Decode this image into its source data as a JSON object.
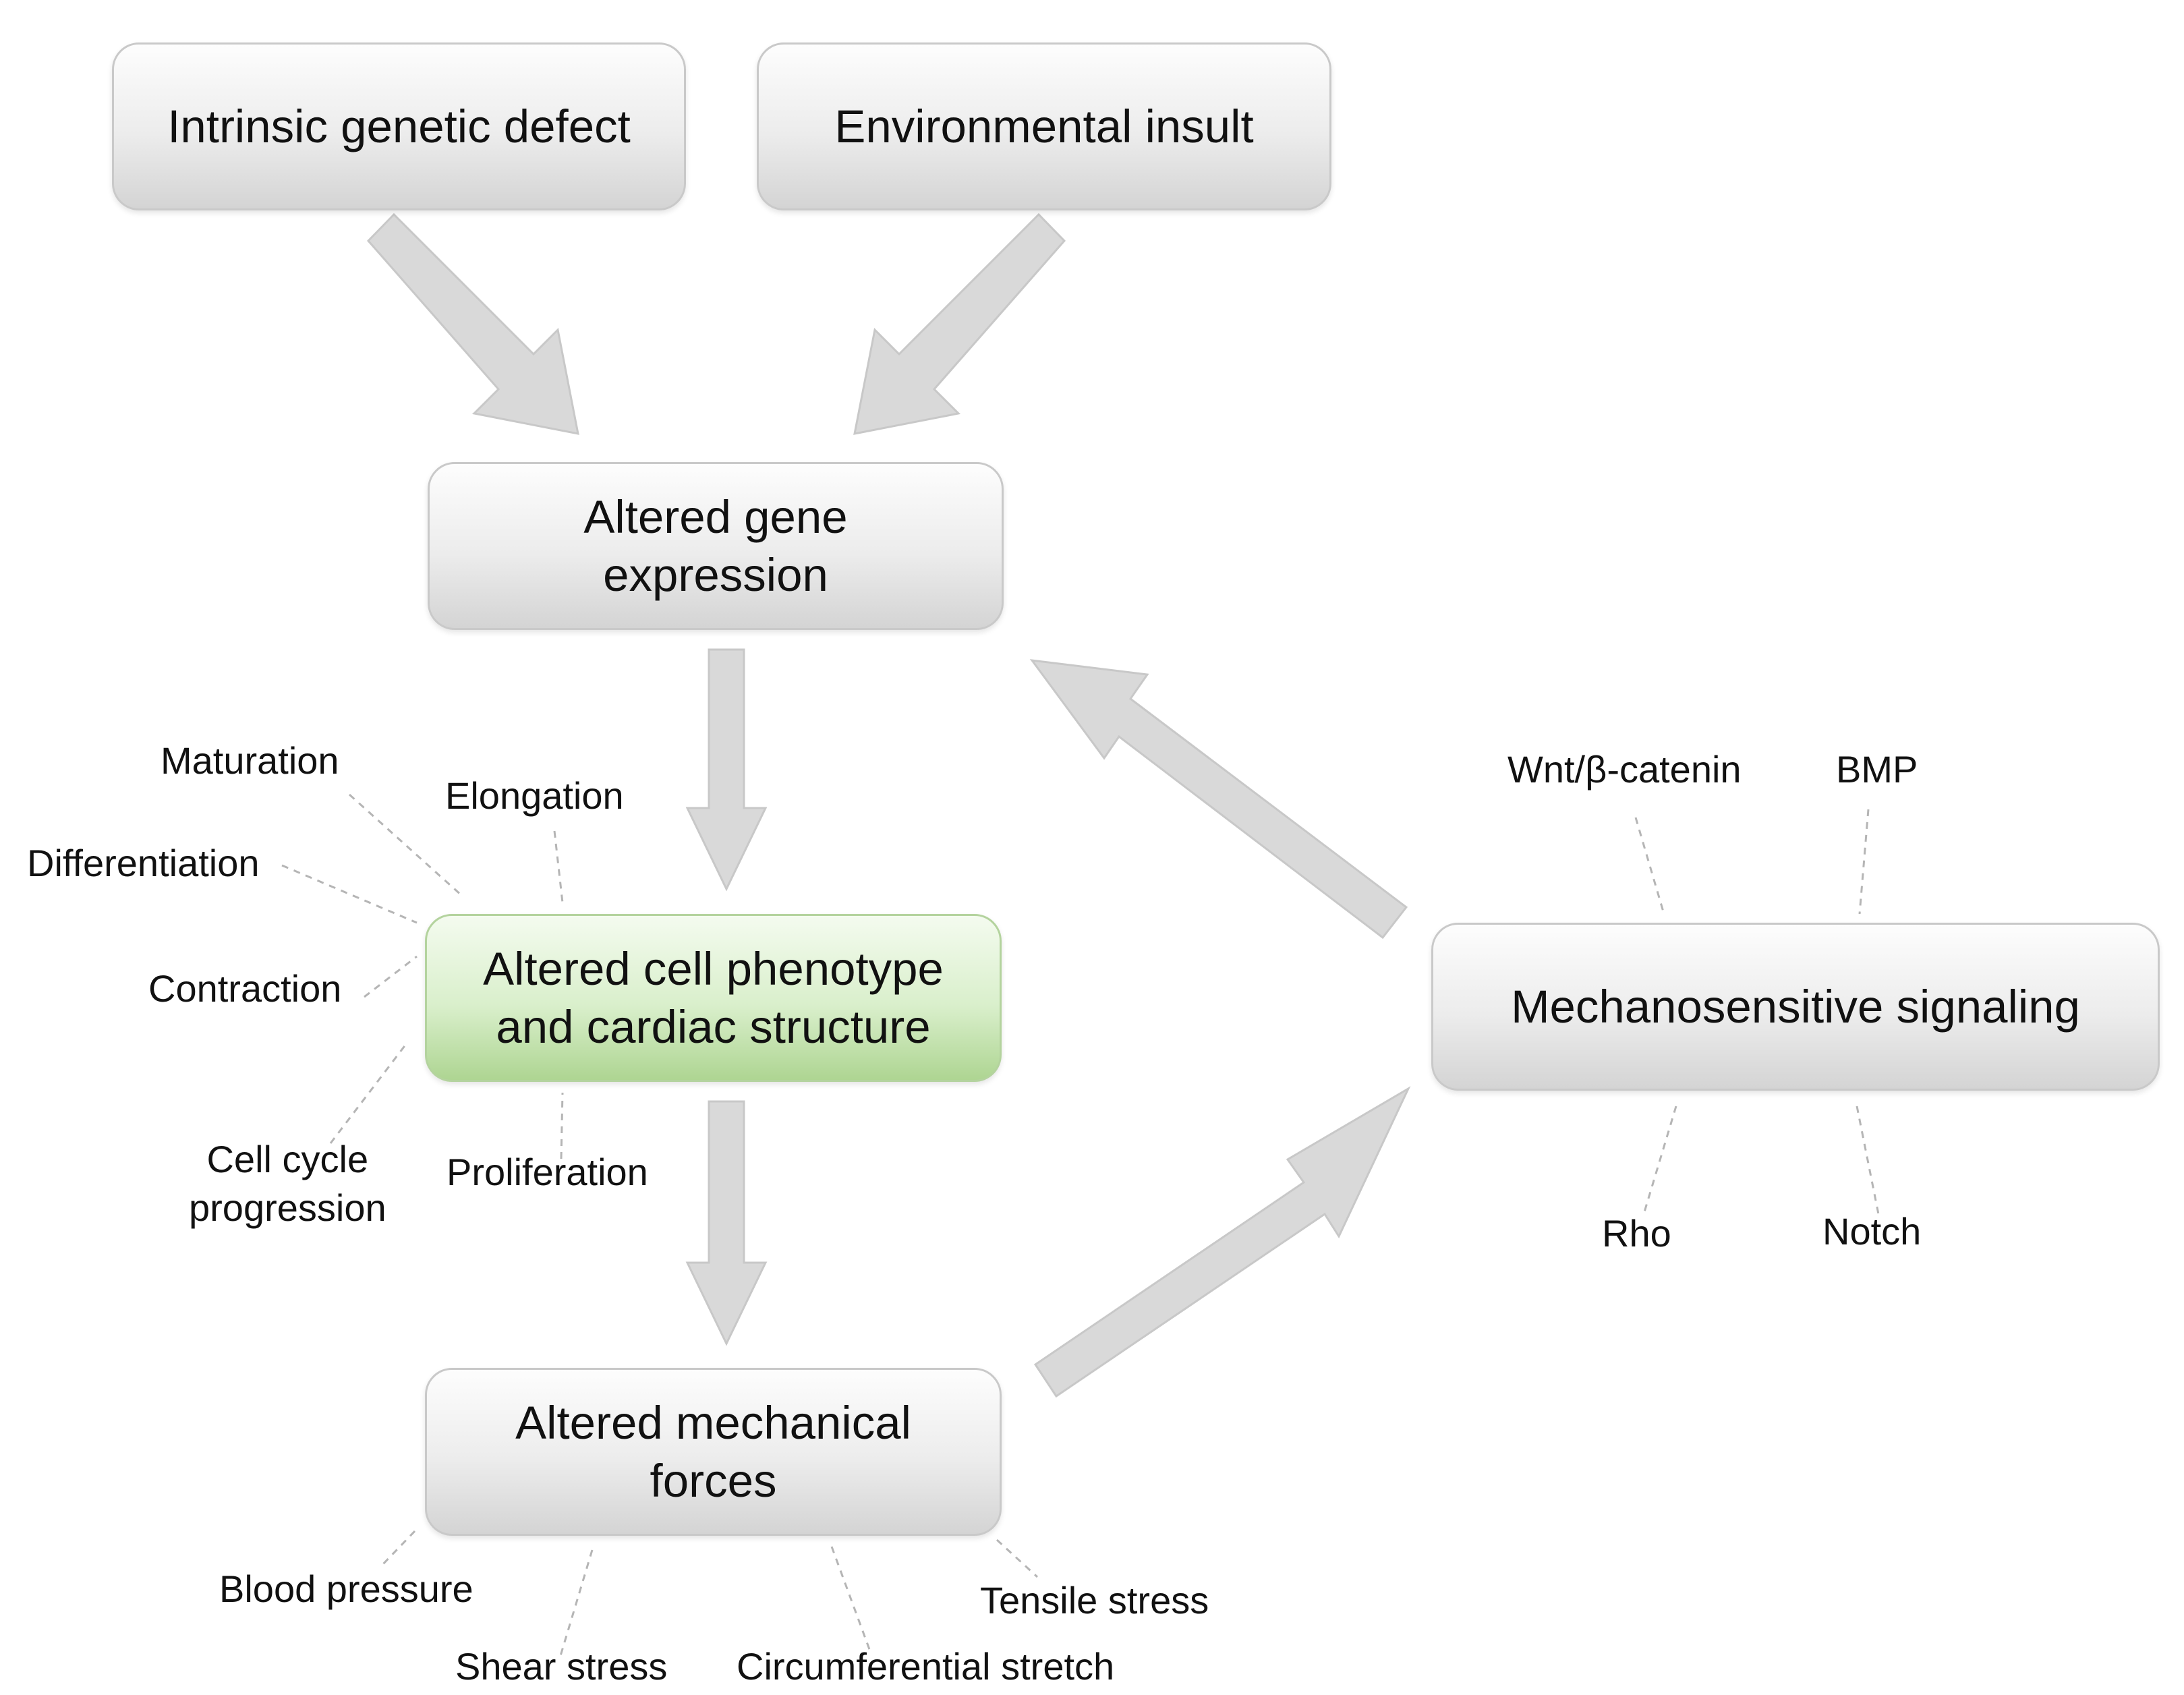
{
  "nodes": {
    "genetic_defect": "Intrinsic genetic defect",
    "environmental_insult": "Environmental insult",
    "gene_expression": "Altered gene\nexpression",
    "cell_phenotype": "Altered cell phenotype\nand cardiac structure",
    "mechanical_forces": "Altered mechanical\nforces",
    "mechanosensitive": "Mechanosensitive signaling"
  },
  "phenotype_labels": {
    "maturation": "Maturation",
    "elongation": "Elongation",
    "differentiation": "Differentiation",
    "contraction": "Contraction",
    "cell_cycle": "Cell cycle\nprogression",
    "proliferation": "Proliferation"
  },
  "signaling_labels": {
    "wnt": "Wnt/β-catenin",
    "bmp": "BMP",
    "rho": "Rho",
    "notch": "Notch"
  },
  "force_labels": {
    "blood_pressure": "Blood pressure",
    "shear_stress": "Shear stress",
    "circumferential": "Circumferential stretch",
    "tensile": "Tensile stress"
  },
  "colors": {
    "box_gray": "#ececec",
    "box_green": "#d9efcb",
    "arrow_fill": "#d9d9d9"
  }
}
